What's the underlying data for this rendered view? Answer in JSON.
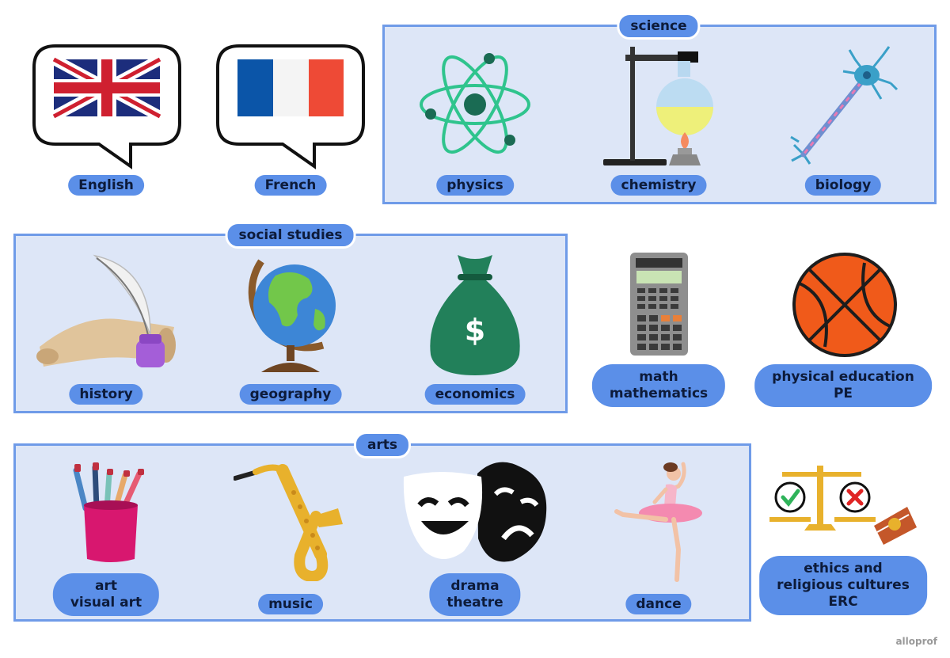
{
  "languages": [
    {
      "label": "English",
      "icon": "uk-flag-icon"
    },
    {
      "label": "French",
      "icon": "france-flag-icon"
    }
  ],
  "science": {
    "title": "science",
    "items": [
      {
        "label": "physics",
        "icon": "atom-icon"
      },
      {
        "label": "chemistry",
        "icon": "lab-flask-icon"
      },
      {
        "label": "biology",
        "icon": "neuron-icon"
      }
    ]
  },
  "social_studies": {
    "title": "social studies",
    "items": [
      {
        "label": "history",
        "icon": "scroll-quill-icon"
      },
      {
        "label": "geography",
        "icon": "globe-icon"
      },
      {
        "label": "economics",
        "icon": "money-bag-icon"
      }
    ]
  },
  "math": {
    "line1": "math",
    "line2": "mathematics",
    "icon": "calculator-icon"
  },
  "pe": {
    "line1": "physical education",
    "line2": "PE",
    "icon": "basketball-icon"
  },
  "arts": {
    "title": "arts",
    "items": [
      {
        "line1": "art",
        "line2": "visual art",
        "icon": "paintbrushes-icon"
      },
      {
        "line1": "music",
        "line2": "",
        "icon": "saxophone-icon"
      },
      {
        "line1": "drama",
        "line2": "theatre",
        "icon": "theatre-masks-icon"
      },
      {
        "line1": "dance",
        "line2": "",
        "icon": "ballerina-icon"
      }
    ]
  },
  "erc": {
    "line1": "ethics and",
    "line2": "religious cultures",
    "line3": "ERC",
    "icon": "scales-book-icon"
  },
  "watermark": "alloprof",
  "colors": {
    "box_fill": "#dde6f7",
    "box_border": "#6f9be8",
    "pill": "#5b8fe8"
  }
}
